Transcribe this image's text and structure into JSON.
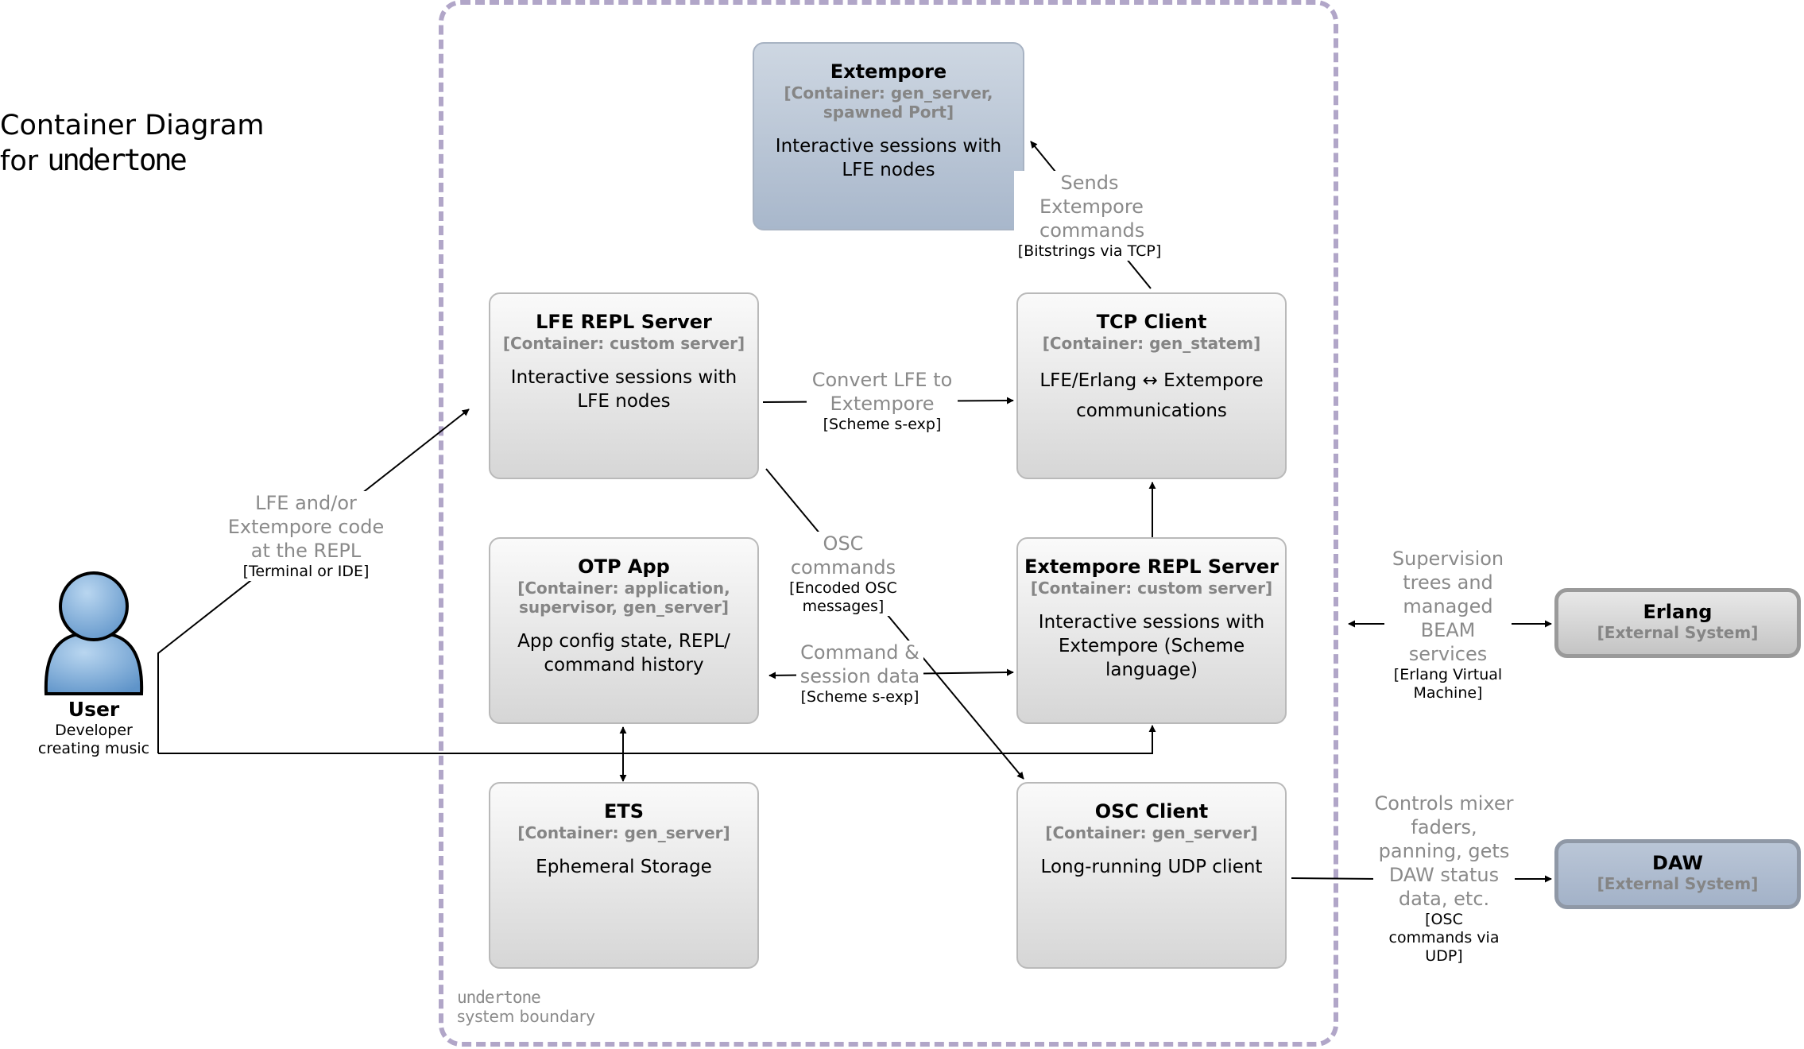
{
  "title": {
    "line1": "Container Diagram",
    "line2_prefix": "for ",
    "line2_name": "undertone"
  },
  "boundary": {
    "name": "undertone",
    "label": "system boundary"
  },
  "user": {
    "name": "User",
    "description": "Developer creating music"
  },
  "containers": {
    "extempore": {
      "name": "Extempore",
      "type": "[Container: gen_server, spawned Port]",
      "description": "Interactive sessions with LFE nodes"
    },
    "lfe_repl": {
      "name": "LFE REPL Server",
      "type": "[Container: custom server]",
      "description": "Interactive sessions with LFE nodes"
    },
    "tcp_client": {
      "name": "TCP Client",
      "type": "[Container: gen_statem]",
      "description": "LFE/Erlang ↔ Extempore communications"
    },
    "otp_app": {
      "name": "OTP App",
      "type": "[Container: application, supervisor, gen_server]",
      "description": "App config state, REPL/ command history"
    },
    "extempore_repl": {
      "name": "Extempore REPL Server",
      "type": "[Container: custom server]",
      "description": "Interactive sessions with Extempore (Scheme language)"
    },
    "ets": {
      "name": "ETS",
      "type": "[Container: gen_server]",
      "description": "Ephemeral Storage"
    },
    "osc_client": {
      "name": "OSC Client",
      "type": "[Container: gen_server]",
      "description": "Long-running UDP client"
    }
  },
  "external": {
    "erlang": {
      "name": "Erlang",
      "type": "[External System]"
    },
    "daw": {
      "name": "DAW",
      "type": "[External System]"
    }
  },
  "relations": {
    "user_to_repl": {
      "text": "LFE and/or Extempore code at the REPL",
      "tech": "[Terminal or IDE]"
    },
    "tcp_to_extempore": {
      "text": "Sends Extempore commands",
      "tech": "[Bitstrings via TCP]"
    },
    "lfe_to_tcp": {
      "text": "Convert LFE to Extempore",
      "tech": "[Scheme s-exp]"
    },
    "lfe_to_osc": {
      "text": "OSC commands",
      "tech": "[Encoded OSC messages]"
    },
    "otp_ext_repl": {
      "text": "Command & session data",
      "tech": "[Scheme s-exp]"
    },
    "erlang_rel": {
      "text": "Supervision trees and managed BEAM services",
      "tech": "[Erlang Virtual Machine]"
    },
    "daw_rel": {
      "text": "Controls mixer faders, panning, gets DAW status data, etc.",
      "tech": "[OSC commands via UDP]"
    }
  }
}
